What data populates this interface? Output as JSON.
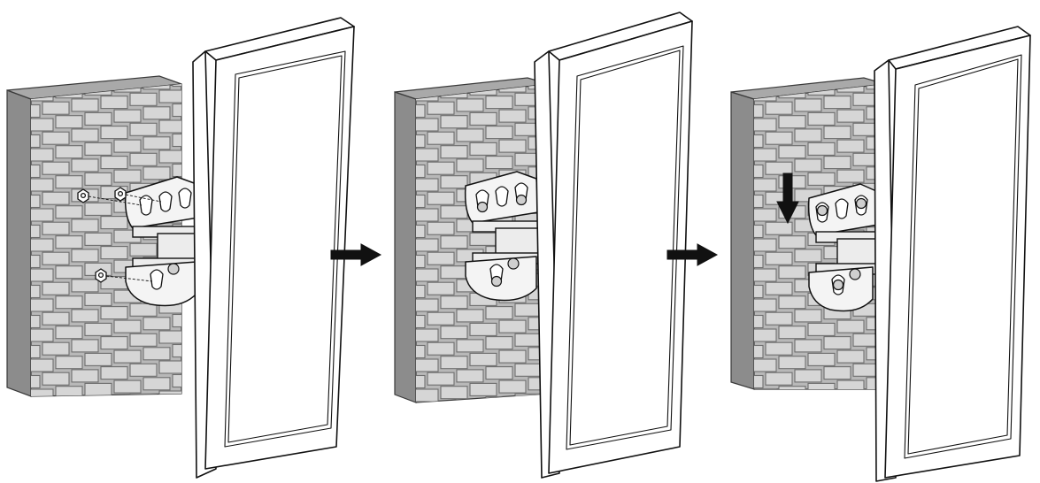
{
  "steps": [
    {
      "name": "step-1",
      "screws_installed": false,
      "down_arrow": false
    },
    {
      "name": "step-2",
      "screws_installed": true,
      "down_arrow": false
    },
    {
      "name": "step-3",
      "screws_installed": true,
      "down_arrow": true
    }
  ],
  "transitions": 2,
  "colors": {
    "ink": "#111111",
    "brick_fill": "#d6d6d6",
    "brick_mortar": "#6e6e6e",
    "wall_side": "#8c8c8c",
    "panel_fill": "#ffffff"
  },
  "icons": [
    "right-arrow-icon",
    "down-arrow-icon",
    "screw-icon",
    "nut-icon"
  ]
}
